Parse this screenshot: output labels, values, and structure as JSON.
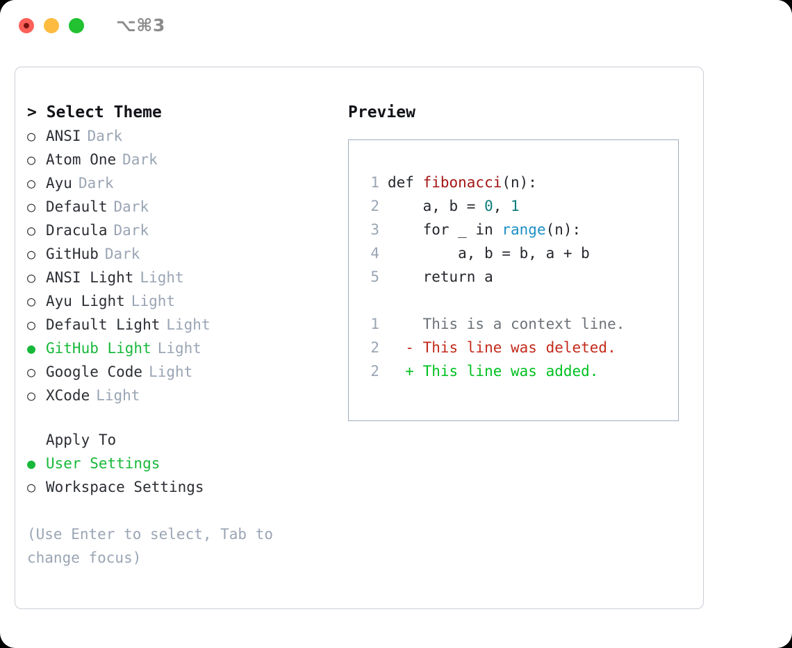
{
  "window": {
    "shortcut": "⌥⌘3",
    "traffic_lights": [
      "close-red",
      "minimize-yellow",
      "zoom-green"
    ]
  },
  "theme_list": {
    "heading": "> Select Theme",
    "marker_unselected": "○",
    "marker_selected": "●",
    "items": [
      {
        "name": "ANSI",
        "kind": "Dark",
        "selected": false
      },
      {
        "name": "Atom One",
        "kind": "Dark",
        "selected": false
      },
      {
        "name": "Ayu",
        "kind": "Dark",
        "selected": false
      },
      {
        "name": "Default",
        "kind": "Dark",
        "selected": false
      },
      {
        "name": "Dracula",
        "kind": "Dark",
        "selected": false
      },
      {
        "name": "GitHub",
        "kind": "Dark",
        "selected": false
      },
      {
        "name": "ANSI Light",
        "kind": "Light",
        "selected": false
      },
      {
        "name": "Ayu Light",
        "kind": "Light",
        "selected": false
      },
      {
        "name": "Default Light",
        "kind": "Light",
        "selected": false
      },
      {
        "name": "GitHub Light",
        "kind": "Light",
        "selected": true
      },
      {
        "name": "Google Code",
        "kind": "Light",
        "selected": false
      },
      {
        "name": "XCode",
        "kind": "Light",
        "selected": false
      }
    ]
  },
  "apply_to": {
    "heading": "Apply To",
    "items": [
      {
        "name": "User Settings",
        "selected": true
      },
      {
        "name": "Workspace Settings",
        "selected": false
      }
    ]
  },
  "hint": "(Use Enter to select, Tab to change focus)",
  "preview": {
    "heading": "Preview",
    "code_lines": [
      {
        "no": "1",
        "indent": "",
        "segments": [
          {
            "t": "def ",
            "c": "code-text"
          },
          {
            "t": "fibonacci",
            "c": "tok-fn"
          },
          {
            "t": "(n):",
            "c": "code-text"
          }
        ]
      },
      {
        "no": "2",
        "indent": "",
        "segments": [
          {
            "t": "    a, b = ",
            "c": "code-text"
          },
          {
            "t": "0",
            "c": "tok-num"
          },
          {
            "t": ", ",
            "c": "code-text"
          },
          {
            "t": "1",
            "c": "tok-num"
          }
        ]
      },
      {
        "no": "3",
        "indent": "",
        "segments": [
          {
            "t": "    for _ in ",
            "c": "code-text"
          },
          {
            "t": "range",
            "c": "tok-call"
          },
          {
            "t": "(n):",
            "c": "code-text"
          }
        ]
      },
      {
        "no": "4",
        "indent": "",
        "segments": [
          {
            "t": "        a, b = b, a + b",
            "c": "code-text"
          }
        ]
      },
      {
        "no": "5",
        "indent": "",
        "segments": [
          {
            "t": "    return a",
            "c": "code-text"
          }
        ]
      }
    ],
    "diff_lines": [
      {
        "no": "1",
        "sign": "  ",
        "text": "This is a context line.",
        "cls": "diff-ctx"
      },
      {
        "no": "2",
        "sign": "- ",
        "text": "This line was deleted.",
        "cls": "diff-del"
      },
      {
        "no": "2",
        "sign": "+ ",
        "text": "This line was added.",
        "cls": "diff-add"
      }
    ]
  },
  "colors": {
    "accent_green": "#18b83a",
    "muted": "#9aa5b4",
    "fn_red": "#a31515",
    "num_teal": "#0d7d7d",
    "call_blue": "#1b8fc4",
    "diff_add": "#00c020",
    "diff_del": "#c32a1b",
    "panel_border": "#c9ced6",
    "preview_border": "#9fadbd"
  }
}
